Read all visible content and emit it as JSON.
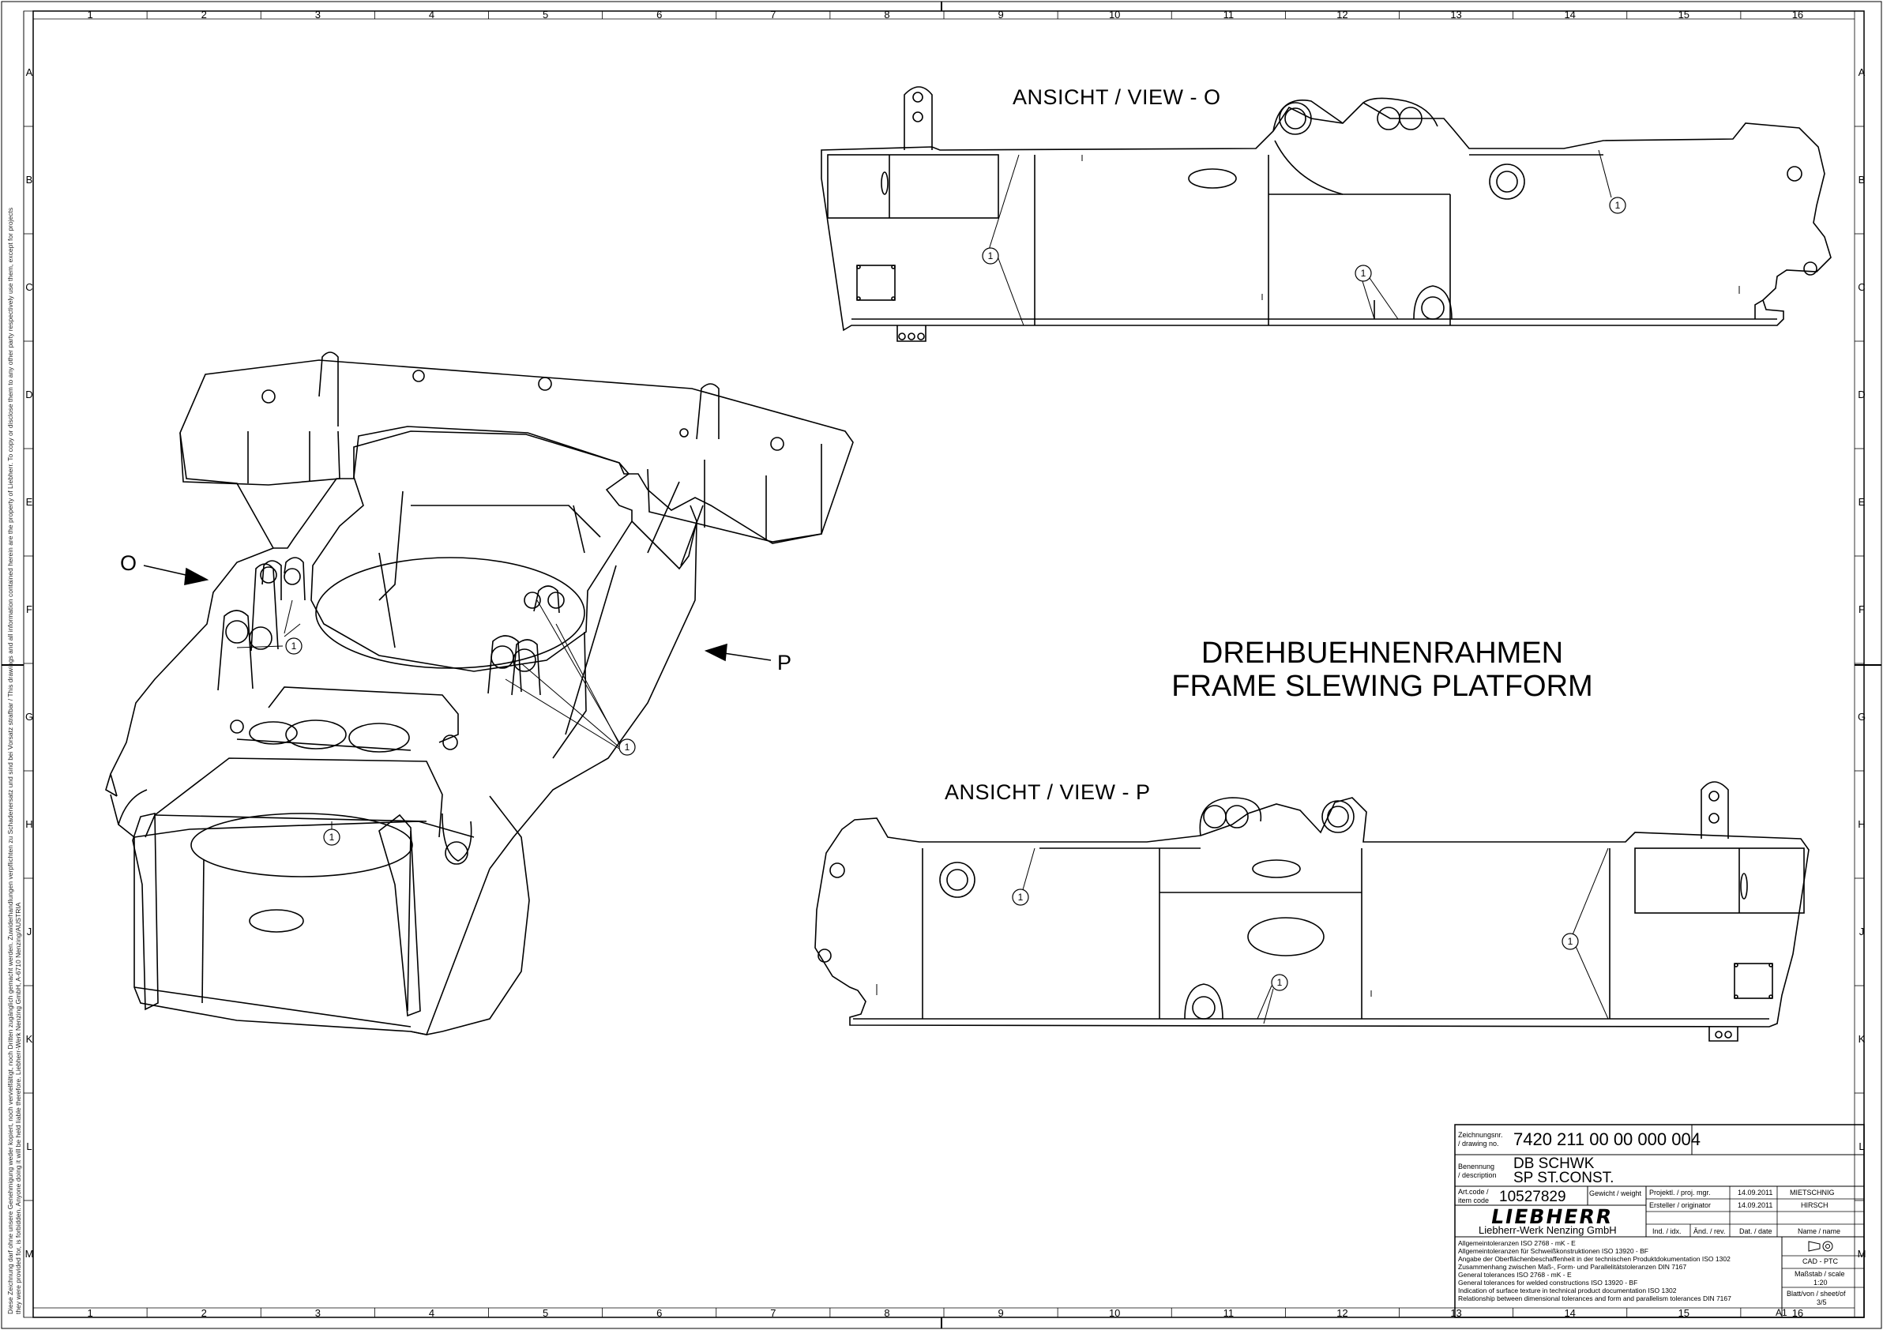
{
  "zones": {
    "columns": [
      "1",
      "2",
      "3",
      "4",
      "5",
      "6",
      "7",
      "8",
      "9",
      "10",
      "11",
      "12",
      "13",
      "14",
      "15",
      "16"
    ],
    "bottom_columns": [
      "1",
      "2",
      "3",
      "4",
      "5",
      "6",
      "7",
      "8",
      "9",
      "10",
      "11",
      "12",
      "13",
      "14",
      "15",
      "16"
    ],
    "rows": [
      "A",
      "B",
      "C",
      "D",
      "E",
      "F",
      "G",
      "H",
      "J",
      "K",
      "L",
      "M"
    ]
  },
  "views": {
    "view_o_label": "ANSICHT / VIEW - O",
    "view_p_label": "ANSICHT / VIEW - P",
    "arrow_o": "O",
    "arrow_p": "P",
    "callout": "1"
  },
  "title": {
    "line1": "DREHBUEHNENRAHMEN",
    "line2": "FRAME SLEWING PLATFORM"
  },
  "side_notice": {
    "line1": "Diese Zeichnung darf ohne unsere Genehmigung weder kopiert, noch vervielfältigt, noch Dritten zugänglich gemacht werden. Zuwiderhandlungen verpflichten zu Schadenersatz und sind bei Vorsatz strafbar / This drawings and all information contained herein are the property of Liebherr. To copy or disclose them to any other party respectively use them, except for projects",
    "line2": "they were provided for, is forbidden. Anyone doing it will be held liable therefore.                                                                                                                                                    Liebherr-Werk Nenzing GmbH, A-6710 Nenzing/AUSTRIA"
  },
  "title_block": {
    "drawing_no_label_1": "Zeichnungsnr.",
    "drawing_no_label_2": "/ drawing no.",
    "drawing_no": "7420 211 00 00 000 004",
    "desc_label_1": "Benennung",
    "desc_label_2": "/ description",
    "desc_line1": "DB SCHWK",
    "desc_line2": "SP ST.CONST.",
    "art_label_1": "Art.code /",
    "art_label_2": "item code",
    "art_code": "10527829",
    "weight_label": "Gewicht / weight",
    "proj_label": "Projektl. / proj. mgr.",
    "proj_date": "14.09.2011",
    "proj_name": "MIETSCHNIG",
    "orig_label": "Ersteller / originator",
    "orig_date": "14.09.2011",
    "orig_name": "HIRSCH",
    "logo": "LIEBHERR",
    "company": "Liebherr-Werk Nenzing GmbH",
    "col_ind": "Ind. / idx.",
    "col_and": "Änd. / rev.",
    "col_dat": "Dat. / date",
    "col_name": "Name / name",
    "tolerances": [
      "Allgemeintoleranzen ISO 2768 - mK - E",
      "Allgemeintoleranzen für Schweißkonstruktionen ISO 13920 - BF",
      "Angabe der Oberflächenbeschaffenheit in der technischen Produktdokumentation ISO 1302",
      "Zusammenhang zwischen Maß-, Form- und Parallelitätstoleranzen DIN 7167",
      "General tolerances ISO 2768 - mK - E",
      "General tolerances for welded constructions ISO 13920 - BF",
      "Indication of surface texture in technical product documentation ISO 1302",
      "Relationship between dimensional tolerances and form and parallelism tolerances DIN 7167"
    ],
    "cad": "CAD - PTC",
    "scale_label": "Maßstab / scale",
    "scale": "1:20",
    "sheet_label": "Blatt/von / sheet/of",
    "sheet": "3/5",
    "format": "A1"
  }
}
